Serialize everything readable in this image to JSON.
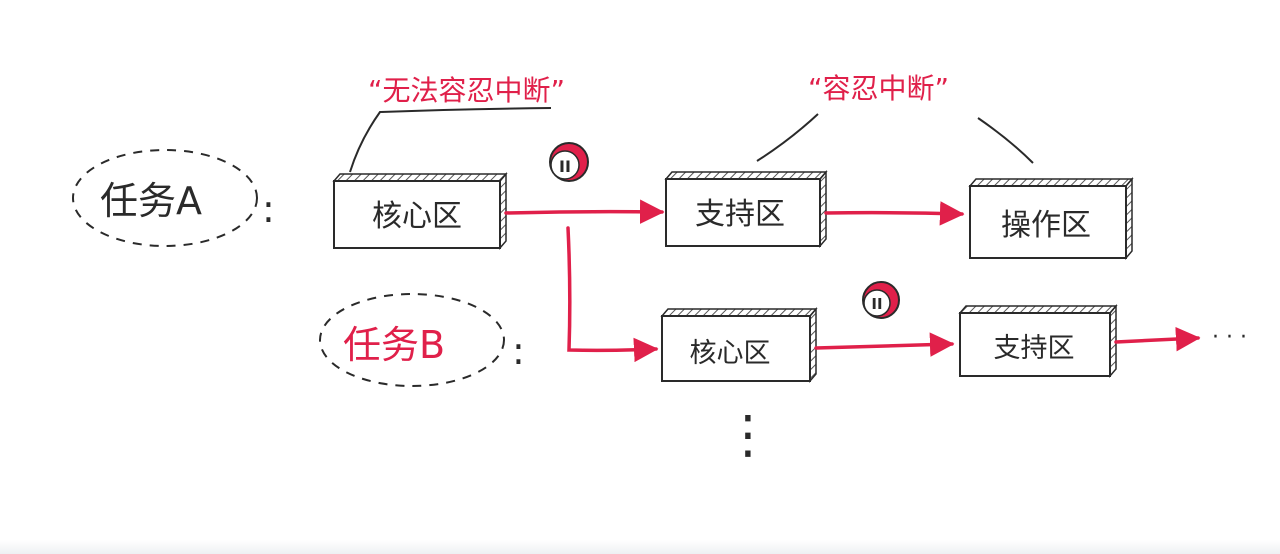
{
  "colors": {
    "ink": "#2a2a2a",
    "red": "#e0204a",
    "hatch": "#555555",
    "paper": "#ffffff"
  },
  "task_a": {
    "label": "任务A",
    "colon": ":",
    "color": "#2a2a2a"
  },
  "task_b": {
    "label": "任务B",
    "colon": ":",
    "color": "#e0204a"
  },
  "row_a": {
    "core": "核心区",
    "support": "支持区",
    "operation": "操作区"
  },
  "row_b": {
    "core": "核心区",
    "support": "支持区"
  },
  "annotations": {
    "no_interrupt": "“无法容忍中断”",
    "interrupt_ok": "“容忍中断”"
  },
  "pause_icons": {
    "symbol": "II"
  },
  "continuation": {
    "right": "· · ·",
    "down": "⋮"
  }
}
